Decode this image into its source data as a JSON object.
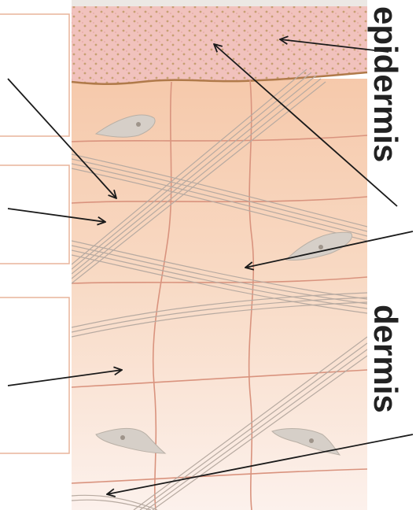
{
  "labels": {
    "epidermis": "epidermis",
    "dermis": "dermis"
  },
  "answer_boxes": [
    {
      "id": "box-1",
      "text": ""
    },
    {
      "id": "box-2",
      "text": ""
    },
    {
      "id": "box-3",
      "text": ""
    }
  ],
  "colors": {
    "epidermis_fill": "#f2c0bd",
    "epidermis_dots": "#c8a070",
    "basement_line": "#b07a4a",
    "dermis_top": "#f6c9ab",
    "dermis_bottom": "#fbeee8",
    "collagen_fiber": "#b8aaa0",
    "elastic_fiber": "#d8907a",
    "fibroblast": "#d6cfc8",
    "box_border": "#e8b49a",
    "arrow": "#1a1a1a",
    "label_text": "#222222"
  }
}
